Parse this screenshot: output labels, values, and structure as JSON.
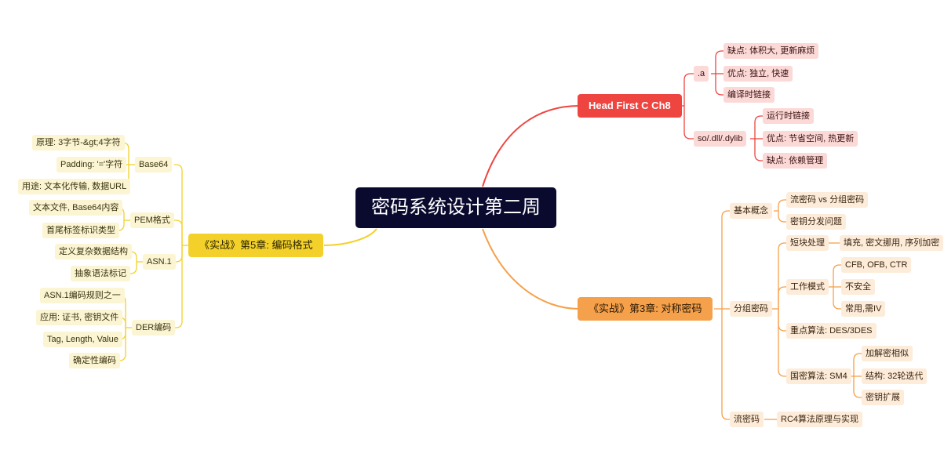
{
  "colors": {
    "root_bg": "#0a0a2e",
    "red_branch": "#ee4540",
    "orange_branch": "#f5a04a",
    "yellow_branch": "#f4d12a",
    "red_leaf": "#fbd9d7",
    "orange_leaf": "#fdecd9",
    "yellow_leaf": "#fcf5d3"
  },
  "root": "密码系统设计第二周",
  "hf": {
    "title": "Head First C Ch8",
    "a": {
      "label": ".a",
      "c1": "缺点: 体积大, 更新麻烦",
      "c2": "优点: 独立, 快速",
      "c3": "编译时链接"
    },
    "so": {
      "label": "so/.dll/.dylib",
      "c1": "运行时链接",
      "c2": "优点: 节省空间, 热更新",
      "c3": "缺点: 依赖管理"
    }
  },
  "sym": {
    "title": "《实战》第3章: 对称密码",
    "basic": {
      "label": "基本概念",
      "c1": "流密码 vs 分组密码",
      "c2": "密钥分发问题"
    },
    "block": {
      "label": "分组密码",
      "short": {
        "label": "短块处理",
        "c1": "填充, 密文挪用, 序列加密"
      },
      "mode": {
        "label": "工作模式",
        "c1": "CFB, OFB, CTR",
        "c2": "不安全",
        "c3": "常用,需IV"
      },
      "des": "重点算法: DES/3DES",
      "sm4": {
        "label": "国密算法: SM4",
        "c1": "加解密相似",
        "c2": "结构: 32轮迭代",
        "c3": "密钥扩展"
      }
    },
    "stream": {
      "label": "流密码",
      "c1": "RC4算法原理与实现"
    }
  },
  "enc": {
    "title": "《实战》第5章: 编码格式",
    "b64": {
      "label": "Base64",
      "c1": "原理: 3字节-&gt;4字符",
      "c2": "Padding: '='字符",
      "c3": "用途: 文本化传输, 数据URL"
    },
    "pem": {
      "label": "PEM格式",
      "c1": "文本文件, Base64内容",
      "c2": "首尾标签标识类型"
    },
    "asn": {
      "label": "ASN.1",
      "c1": "定义复杂数据结构",
      "c2": "抽象语法标记"
    },
    "der": {
      "label": "DER编码",
      "c1": "ASN.1编码规则之一",
      "c2": "应用: 证书, 密钥文件",
      "c3": "Tag, Length, Value",
      "c4": "确定性编码"
    }
  }
}
